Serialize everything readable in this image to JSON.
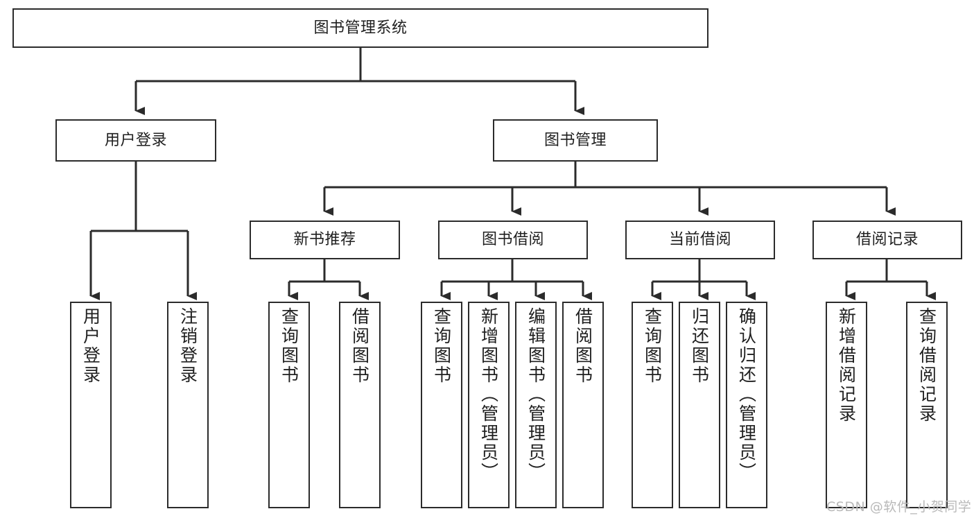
{
  "diagram": {
    "title": "图书管理系统",
    "type": "tree-hierarchy-chart",
    "orientation": "top-down",
    "colors": {
      "box_border": "#2b2b2b",
      "box_fill": "#ffffff",
      "connector": "#2b2b2b",
      "text": "#1f1f1f",
      "watermark": "#b9b9b9",
      "background": "#ffffff"
    }
  },
  "nodes": {
    "root": {
      "label": "图书管理系统"
    },
    "level2": [
      {
        "id": "user-login",
        "label": "用户登录"
      },
      {
        "id": "book-manage",
        "label": "图书管理"
      }
    ],
    "level3": [
      {
        "id": "new-book-recommend",
        "label": "新书推荐"
      },
      {
        "id": "book-borrow",
        "label": "图书借阅"
      },
      {
        "id": "current-borrow",
        "label": "当前借阅"
      },
      {
        "id": "borrow-record",
        "label": "借阅记录"
      }
    ],
    "leaves": {
      "user_login": [
        {
          "id": "leaf-user-login",
          "label": "用户登录"
        },
        {
          "id": "leaf-logout-login",
          "label": "注销登录"
        }
      ],
      "new_book_recommend": [
        {
          "id": "leaf-query-book-1",
          "label": "查询图书"
        },
        {
          "id": "leaf-borrow-book-1",
          "label": "借阅图书"
        }
      ],
      "book_borrow": [
        {
          "id": "leaf-query-book-2",
          "label": "查询图书"
        },
        {
          "id": "leaf-add-book",
          "label": "新增图书（管理员）"
        },
        {
          "id": "leaf-edit-book",
          "label": "编辑图书（管理员）"
        },
        {
          "id": "leaf-borrow-book-2",
          "label": "借阅图书"
        }
      ],
      "current_borrow": [
        {
          "id": "leaf-query-book-3",
          "label": "查询图书"
        },
        {
          "id": "leaf-return-book",
          "label": "归还图书"
        },
        {
          "id": "leaf-confirm-return",
          "label": "确认归还（管理员）"
        }
      ],
      "borrow_record": [
        {
          "id": "leaf-add-record",
          "label": "新增借阅记录"
        },
        {
          "id": "leaf-query-record",
          "label": "查询借阅记录"
        }
      ]
    }
  },
  "watermark": {
    "text": "CSDN @软件_小贺同学"
  }
}
